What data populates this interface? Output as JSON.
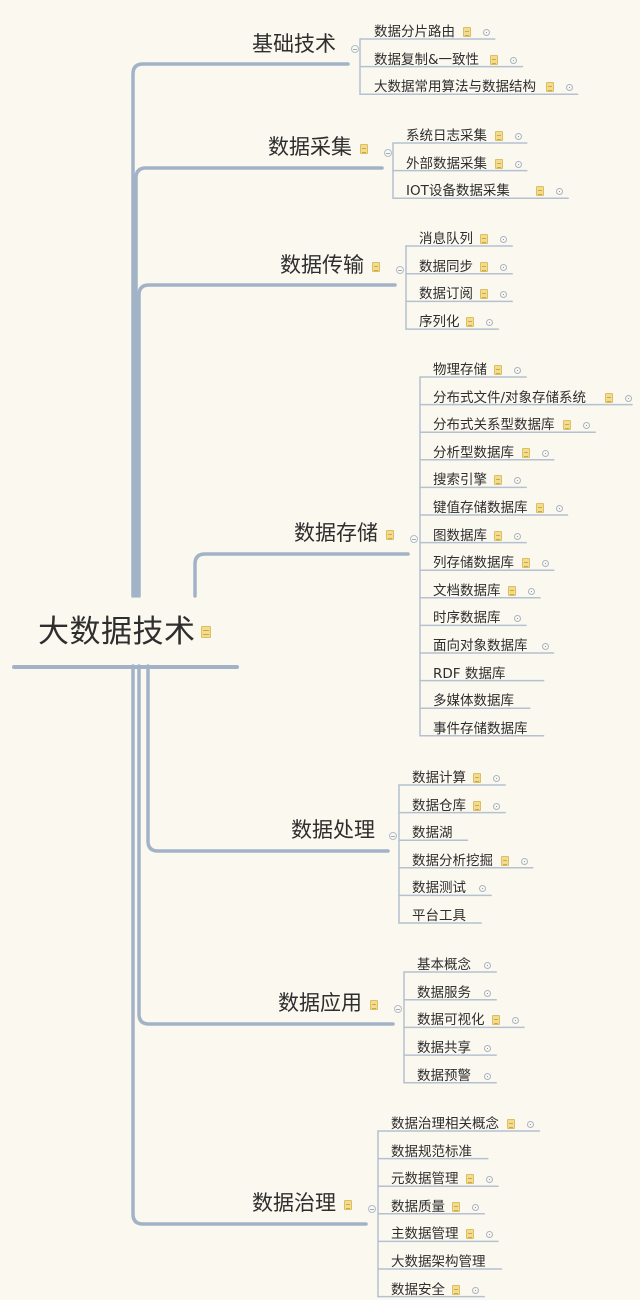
{
  "root": {
    "title": "大数据技术"
  },
  "branches": [
    {
      "title": "基础技术",
      "note": false,
      "children": [
        {
          "label": "数据分片路由",
          "note": true,
          "expand": true
        },
        {
          "label": "数据复制&一致性",
          "note": true,
          "expand": true
        },
        {
          "label": "大数据常用算法与数据结构",
          "note": true,
          "expand": true
        }
      ]
    },
    {
      "title": "数据采集",
      "note": true,
      "children": [
        {
          "label": "系统日志采集",
          "note": true,
          "expand": true
        },
        {
          "label": "外部数据采集",
          "note": true,
          "expand": true
        },
        {
          "label": "IOT设备数据采集",
          "note": true,
          "expand": true
        }
      ]
    },
    {
      "title": "数据传输",
      "note": true,
      "children": [
        {
          "label": "消息队列",
          "note": true,
          "expand": true
        },
        {
          "label": "数据同步",
          "note": true,
          "expand": true
        },
        {
          "label": "数据订阅",
          "note": true,
          "expand": true
        },
        {
          "label": "序列化",
          "note": true,
          "expand": true
        }
      ]
    },
    {
      "title": "数据存储",
      "note": true,
      "children": [
        {
          "label": "物理存储",
          "note": true,
          "expand": true
        },
        {
          "label": "分布式文件/对象存储系统",
          "note": true,
          "expand": true
        },
        {
          "label": "分布式关系型数据库",
          "note": true,
          "expand": true
        },
        {
          "label": "分析型数据库",
          "note": true,
          "expand": true
        },
        {
          "label": "搜索引擎",
          "note": true,
          "expand": true
        },
        {
          "label": "键值存储数据库",
          "note": true,
          "expand": true
        },
        {
          "label": "图数据库",
          "note": true,
          "expand": true
        },
        {
          "label": "列存储数据库",
          "note": true,
          "expand": true
        },
        {
          "label": "文档数据库",
          "note": true,
          "expand": true
        },
        {
          "label": "时序数据库",
          "note": false,
          "expand": true
        },
        {
          "label": "面向对象数据库",
          "note": false,
          "expand": true
        },
        {
          "label": "RDF 数据库",
          "note": false,
          "expand": false
        },
        {
          "label": "多媒体数据库",
          "note": false,
          "expand": false
        },
        {
          "label": "事件存储数据库",
          "note": false,
          "expand": false
        }
      ]
    },
    {
      "title": "数据处理",
      "note": false,
      "children": [
        {
          "label": "数据计算",
          "note": true,
          "expand": true
        },
        {
          "label": "数据仓库",
          "note": true,
          "expand": true
        },
        {
          "label": "数据湖",
          "note": false,
          "expand": false
        },
        {
          "label": "数据分析挖掘",
          "note": true,
          "expand": true
        },
        {
          "label": "数据测试",
          "note": false,
          "expand": true
        },
        {
          "label": "平台工具",
          "note": false,
          "expand": false
        }
      ]
    },
    {
      "title": "数据应用",
      "note": true,
      "children": [
        {
          "label": "基本概念",
          "note": false,
          "expand": true
        },
        {
          "label": "数据服务",
          "note": false,
          "expand": true
        },
        {
          "label": "数据可视化",
          "note": true,
          "expand": true
        },
        {
          "label": "数据共享",
          "note": false,
          "expand": true
        },
        {
          "label": "数据预警",
          "note": false,
          "expand": true
        }
      ]
    },
    {
      "title": "数据治理",
      "note": true,
      "children": [
        {
          "label": "数据治理相关概念",
          "note": true,
          "expand": true
        },
        {
          "label": "数据规范标准",
          "note": false,
          "expand": false
        },
        {
          "label": "元数据管理",
          "note": true,
          "expand": true
        },
        {
          "label": "数据质量",
          "note": true,
          "expand": true
        },
        {
          "label": "主数据管理",
          "note": true,
          "expand": true
        },
        {
          "label": "大数据架构管理",
          "note": false,
          "expand": false
        },
        {
          "label": "数据安全",
          "note": true,
          "expand": true
        }
      ]
    }
  ],
  "colors": {
    "line": "#a3b3c7",
    "leaf_line": "#b5c1cf",
    "text": "#2e2e2e",
    "background": "#fbf8f0"
  }
}
